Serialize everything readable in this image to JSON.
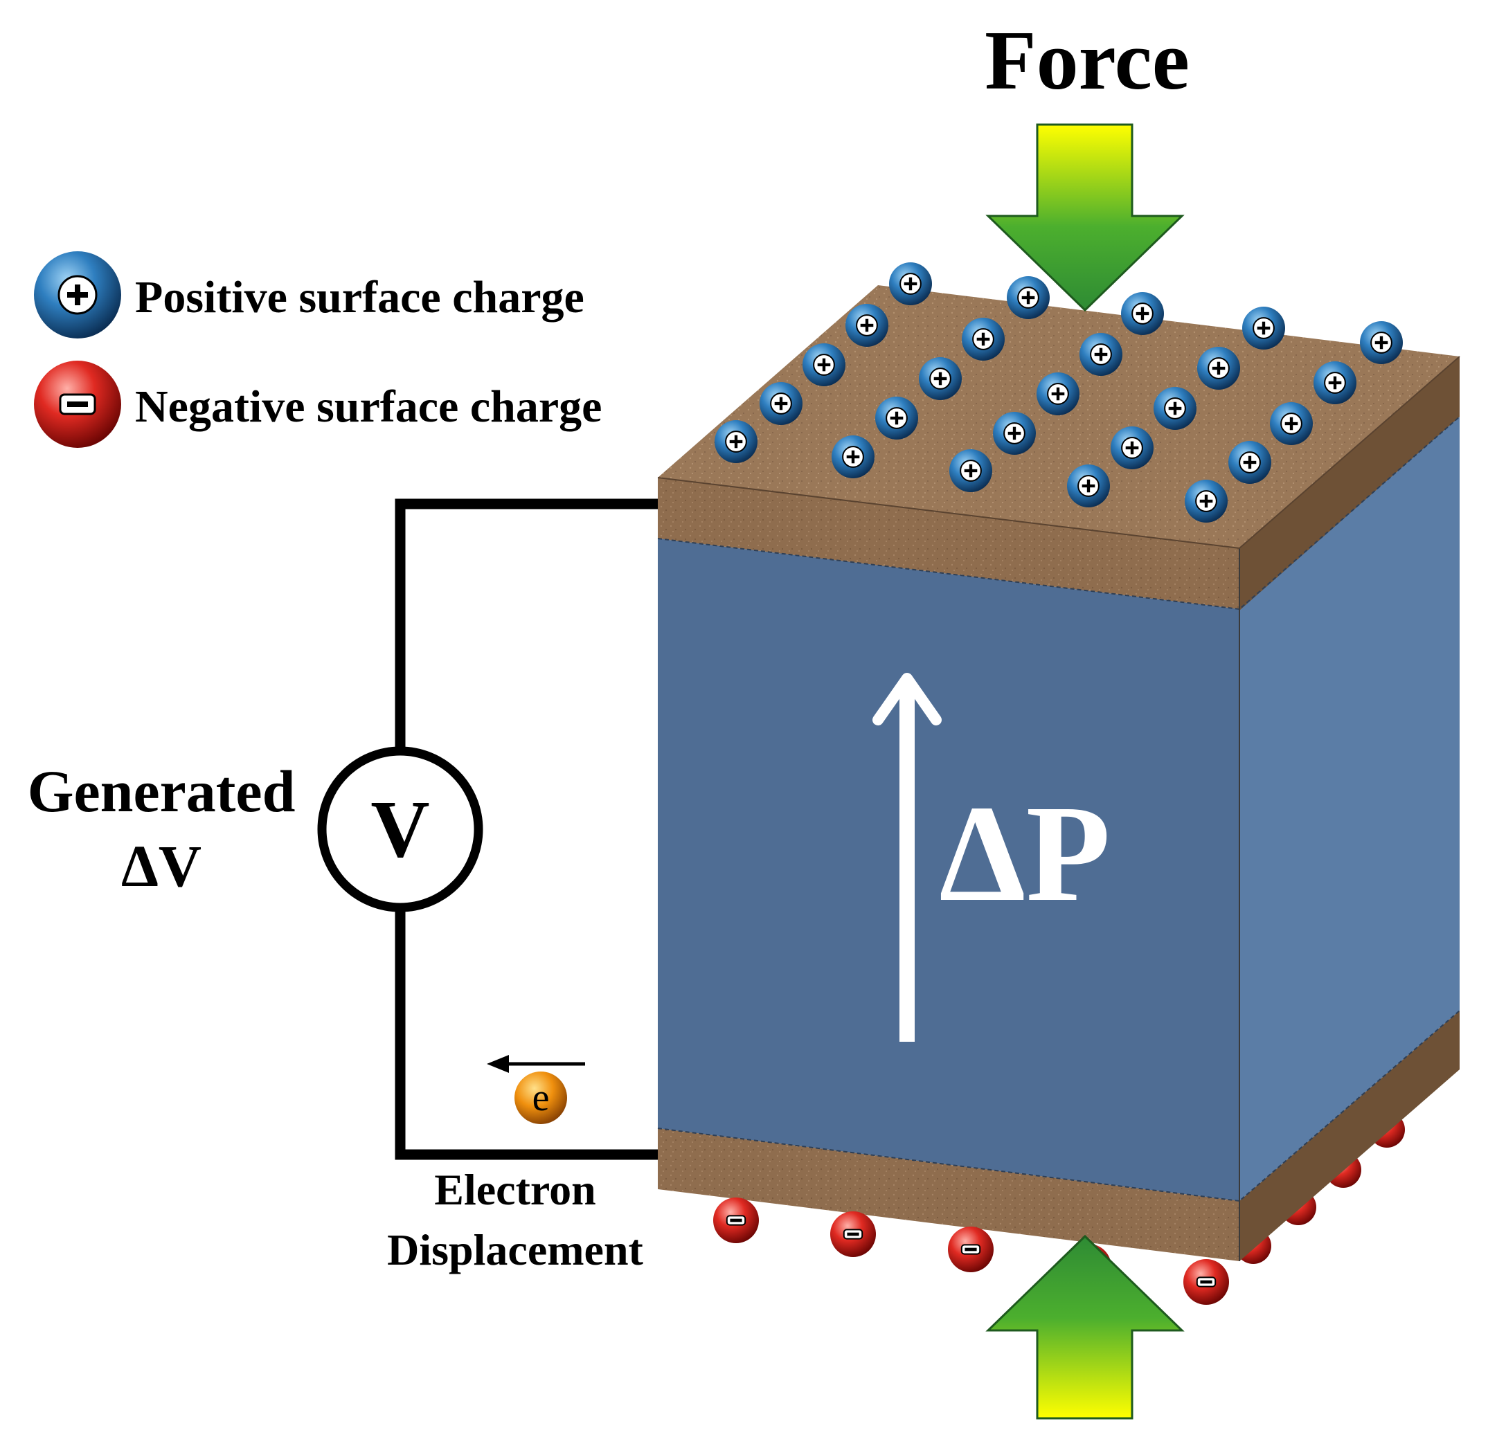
{
  "force_label": "Force",
  "legend": [
    {
      "symbol": "+",
      "label": "Positive surface charge",
      "color": "#1f5f9a"
    },
    {
      "symbol": "−",
      "label": "Negative surface charge",
      "color": "#c8171b"
    }
  ],
  "voltage": {
    "symbol": "V",
    "label_line1": "Generated",
    "label_line2": "ΔV"
  },
  "electron": {
    "symbol": "e",
    "label_line1": "Electron",
    "label_line2": "Displacement",
    "color": "#e8820f"
  },
  "polarization_label": "ΔP",
  "colors": {
    "electrode": "#8a6a4c",
    "electrode_top": "#9a7656",
    "electrode_side": "#6e5136",
    "crystal_front": "#4f6d94",
    "crystal_side": "#5b7da6",
    "arrow_green": "#2e8b34",
    "arrow_yellow": "#ffff00"
  }
}
